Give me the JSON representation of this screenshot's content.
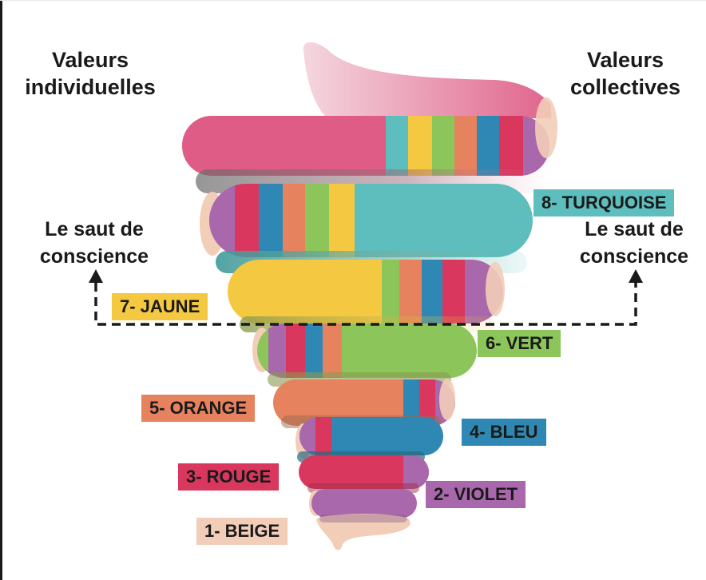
{
  "headings": {
    "individual": [
      "Valeurs",
      "individuelles"
    ],
    "collective": [
      "Valeurs",
      "collectives"
    ]
  },
  "jump": {
    "left": [
      "Le saut de",
      "conscience"
    ],
    "right": [
      "Le saut de",
      "conscience"
    ]
  },
  "levels": [
    {
      "label": "1- BEIGE",
      "color": "#f2cdb8"
    },
    {
      "label": "2- VIOLET",
      "color": "#a968ac"
    },
    {
      "label": "3- ROUGE",
      "color": "#d9375d"
    },
    {
      "label": "4- BLEU",
      "color": "#2f88b4"
    },
    {
      "label": "5- ORANGE",
      "color": "#e6825e"
    },
    {
      "label": "6- VERT",
      "color": "#8cc65a"
    },
    {
      "label": "7- JAUNE",
      "color": "#f5c842"
    },
    {
      "label": "8- TURQUOISE",
      "color": "#5ebdbd"
    }
  ],
  "top_color": "#df5c86",
  "arrow_color": "#1a1a1a"
}
